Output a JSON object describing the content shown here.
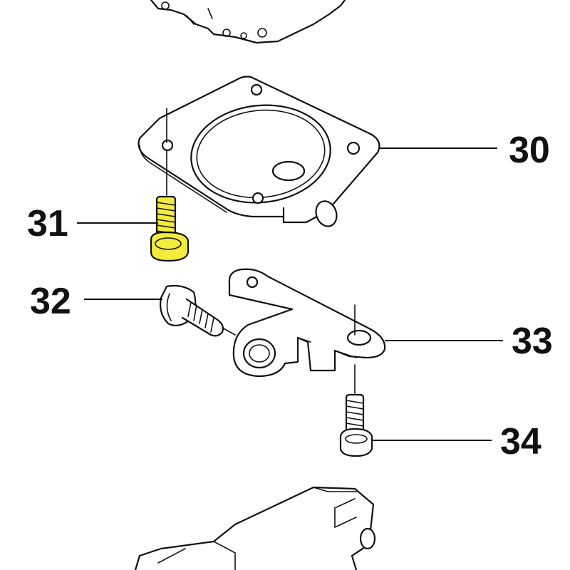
{
  "callouts": [
    {
      "id": "30",
      "label": "30"
    },
    {
      "id": "31",
      "label": "31"
    },
    {
      "id": "32",
      "label": "32"
    },
    {
      "id": "33",
      "label": "33"
    },
    {
      "id": "34",
      "label": "34"
    }
  ],
  "highlighted_part": "31",
  "colors": {
    "line": "#111111",
    "highlight": "#f3ec3c",
    "background": "#ffffff"
  }
}
